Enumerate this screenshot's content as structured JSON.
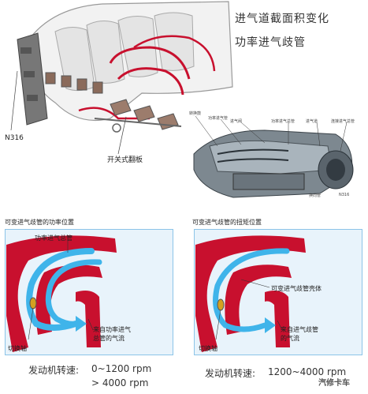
{
  "header": {
    "title_line1": "进气道截面积变化",
    "title_line2": "功率进气歧管"
  },
  "top_illustration": {
    "label_n316": "N316",
    "label_flap": "开关式翻板"
  },
  "photo_labels": [
    "转换鼓",
    "功率进气管",
    "进气阀",
    "功率进气总管",
    "进气道",
    "连接进气总管",
    "换向管",
    "N316"
  ],
  "panels": {
    "left": {
      "title": "可变进气歧管的功率位置",
      "label_manifold": "功率进气总管",
      "label_flow": [
        "来自功率进气",
        "总管的气流"
      ],
      "label_shaft": "切换轴"
    },
    "right": {
      "title": "可变进气歧管的扭矩位置",
      "label_housing": "可变进气歧管壳体",
      "label_flow": [
        "来自进气歧管",
        "的气流"
      ],
      "label_shaft": "切换轴"
    }
  },
  "footer": {
    "left_prefix": "发动机转速:",
    "left_rpm_1": "0~1200 rpm",
    "left_rpm_2": "> 4000 rpm",
    "right_prefix": "发动机转速:",
    "right_rpm": "1200~4000 rpm",
    "watermark": "汽修卡车"
  },
  "colors": {
    "accent_red": "#c8102e",
    "flow_blue": "#3fb4ea",
    "panel_bg": "#e8f3fb",
    "panel_border": "#8cc4e8"
  }
}
